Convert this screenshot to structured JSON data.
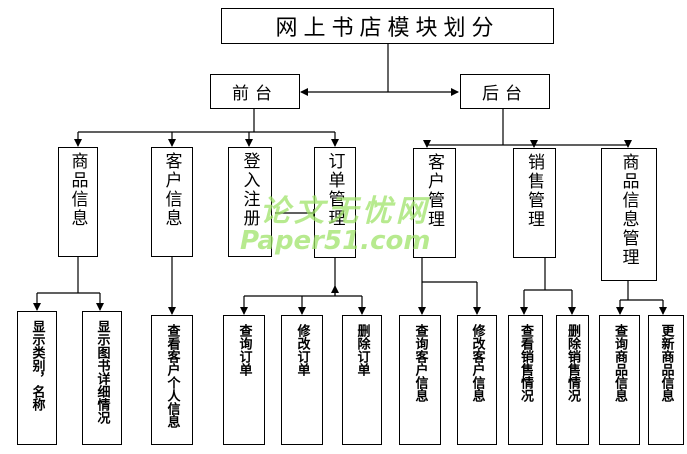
{
  "root": {
    "label": "网上书店模块划分"
  },
  "front": {
    "label": "前台"
  },
  "back": {
    "label": "后台"
  },
  "front_modules": [
    {
      "label": "商品信息"
    },
    {
      "label": "客户信息"
    },
    {
      "label": "登入注册"
    },
    {
      "label": "订单管理"
    }
  ],
  "back_modules": [
    {
      "label": "客户管理"
    },
    {
      "label": "销售管理"
    },
    {
      "label": "商品信息管理"
    }
  ],
  "leaves": [
    {
      "label": "显示类别，名称"
    },
    {
      "label": "显示图书详细情况"
    },
    {
      "label": "查看客户个人信息"
    },
    {
      "label": "查询订单"
    },
    {
      "label": "修改订单"
    },
    {
      "label": "删除订单"
    },
    {
      "label": "查询客户信息"
    },
    {
      "label": "修改客户信息"
    },
    {
      "label": "查看销售情况"
    },
    {
      "label": "删除销售情况"
    },
    {
      "label": "查询商品信息"
    },
    {
      "label": "更新商品信息"
    }
  ],
  "watermark": {
    "line1": "论文无忧网",
    "line2": "Paper51.com"
  }
}
